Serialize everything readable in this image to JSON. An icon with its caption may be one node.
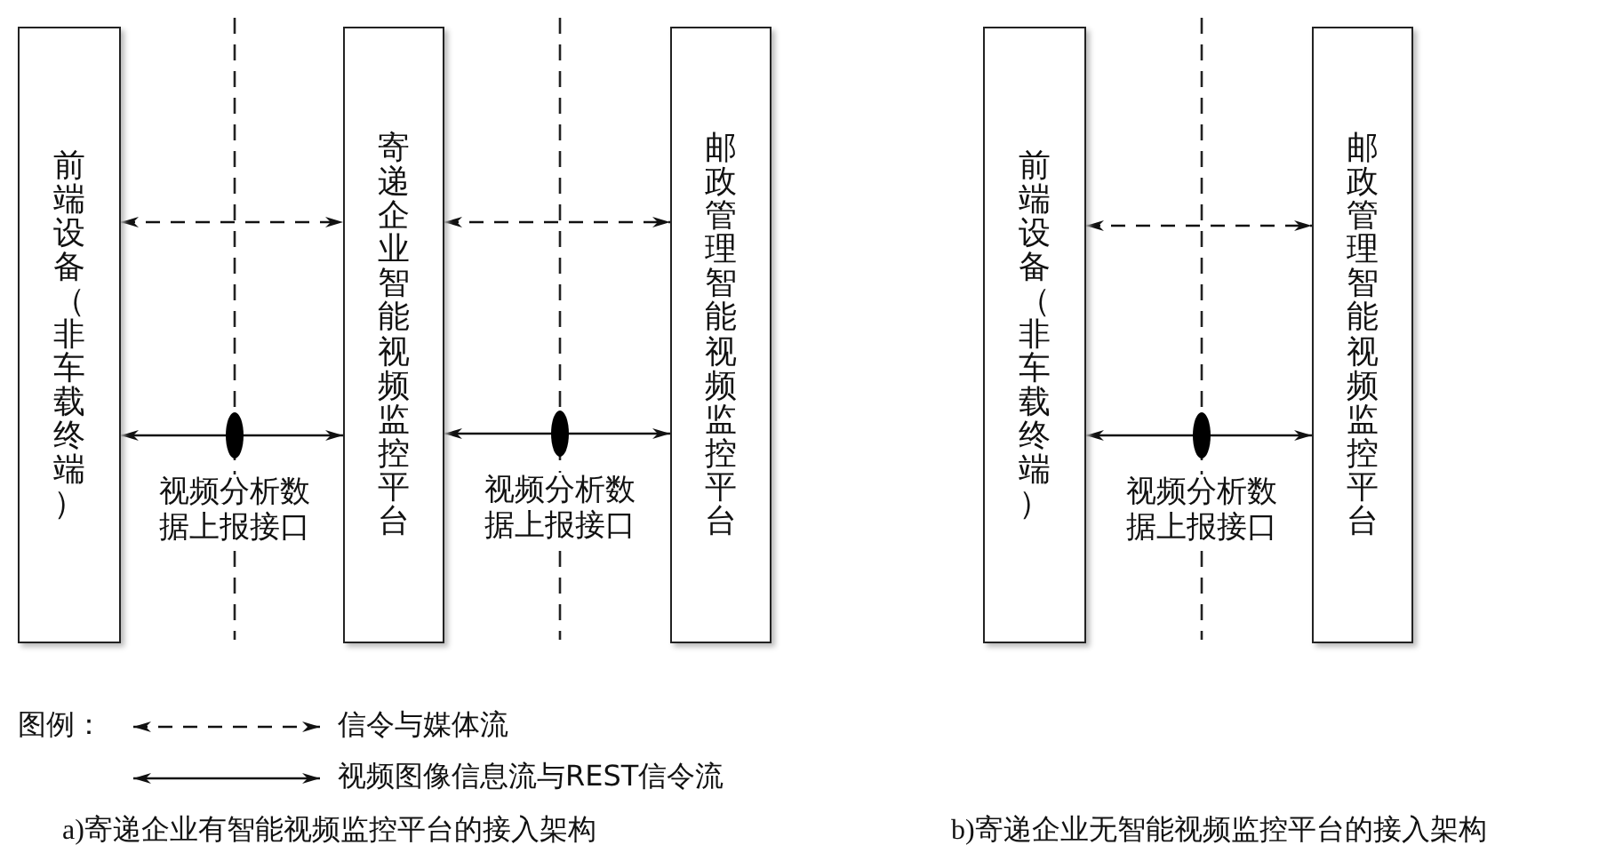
{
  "diagram": {
    "nodes": [
      {
        "text": [
          "前端设备（非车载终端）"
        ]
      },
      {
        "text": [
          "寄递企业智能视频监控平台"
        ]
      },
      {
        "text": [
          "邮政管理智能视频监控平台"
        ]
      },
      {
        "text": [
          "前端设备（非车载终端）"
        ]
      },
      {
        "text": [
          "邮政管理智能视频监控平台"
        ]
      }
    ],
    "edges": [
      {
        "from": 0,
        "to": 1,
        "arrow": "both",
        "style": "dashed"
      },
      {
        "from": 0,
        "to": 1,
        "arrow": "both",
        "label": "视频分析数据上报接口"
      },
      {
        "from": 1,
        "to": 2,
        "arrow": "both",
        "style": "dashed"
      },
      {
        "from": 1,
        "to": 2,
        "arrow": "both",
        "label": "视频分析数据上报接口"
      },
      {
        "from": 3,
        "to": 4,
        "arrow": "both",
        "style": "dashed"
      },
      {
        "from": 3,
        "to": 4,
        "arrow": "both",
        "label": "视频分析数据上报接口"
      }
    ],
    "labels": [
      "图例：",
      "a)寄递企业有智能视频监控平台的接入架构",
      "b)寄递企业无智能视频监控平台的接入架构"
    ],
    "legend": [
      {
        "text": "信令与媒体流"
      },
      {
        "text": "视频图像信息流与REST信令流"
      }
    ]
  }
}
